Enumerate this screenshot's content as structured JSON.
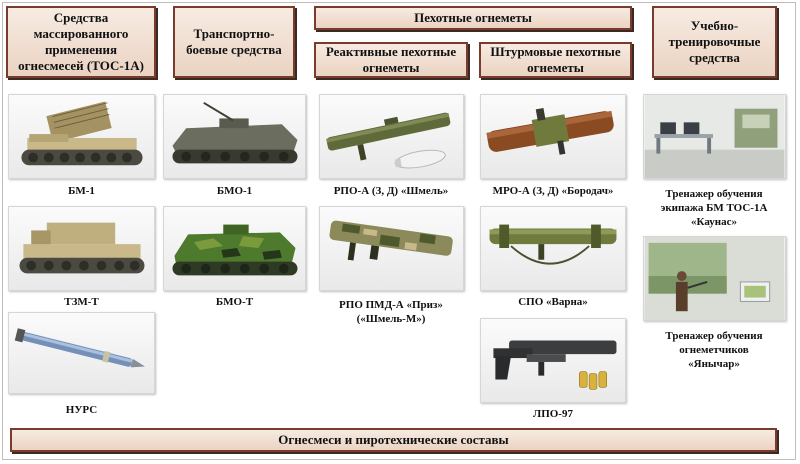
{
  "headers": {
    "tos": "Средства массированного применения огнесмесей (ТОС-1А)",
    "transport": "Транспортно-боевые средства",
    "infantry": "Пехотные огнеметы",
    "reactive": "Реактивные пехотные огнеметы",
    "assault": "Штурмовые пехотные огнеметы",
    "training": "Учебно-тренировочные средства",
    "footer": "Огнесмеси и пиротехнические составы"
  },
  "captions": {
    "bm1": "БМ-1",
    "tzm": "ТЗМ-Т",
    "nurs": "НУРС",
    "bmo1": "БМО-1",
    "bmot": "БМО-Т",
    "rpoa": "РПО-А (З, Д) «Шмель»",
    "rpo_pmd_line1": "РПО ПМД-А «Приз»",
    "rpo_pmd_line2": "(«Шмель-М»)",
    "mro": "МРО-А (З, Д) «Бородач»",
    "spo": "СПО «Варна»",
    "lpo": "ЛПО-97",
    "kaunas_line1": "Тренажер обучения",
    "kaunas_line2": "экипажа БМ ТОС-1А",
    "kaunas_line3": "«Каунас»",
    "yanychar_line1": "Тренажер обучения",
    "yanychar_line2": "огнеметчиков",
    "yanychar_line3": "«Янычар»"
  },
  "colors": {
    "header_border": "#7a3a2c",
    "header_fill": "#efdccc",
    "desert_camo": "#c9b98a",
    "green_camo": "#4e7a2e",
    "olive": "#5f6a3a"
  }
}
